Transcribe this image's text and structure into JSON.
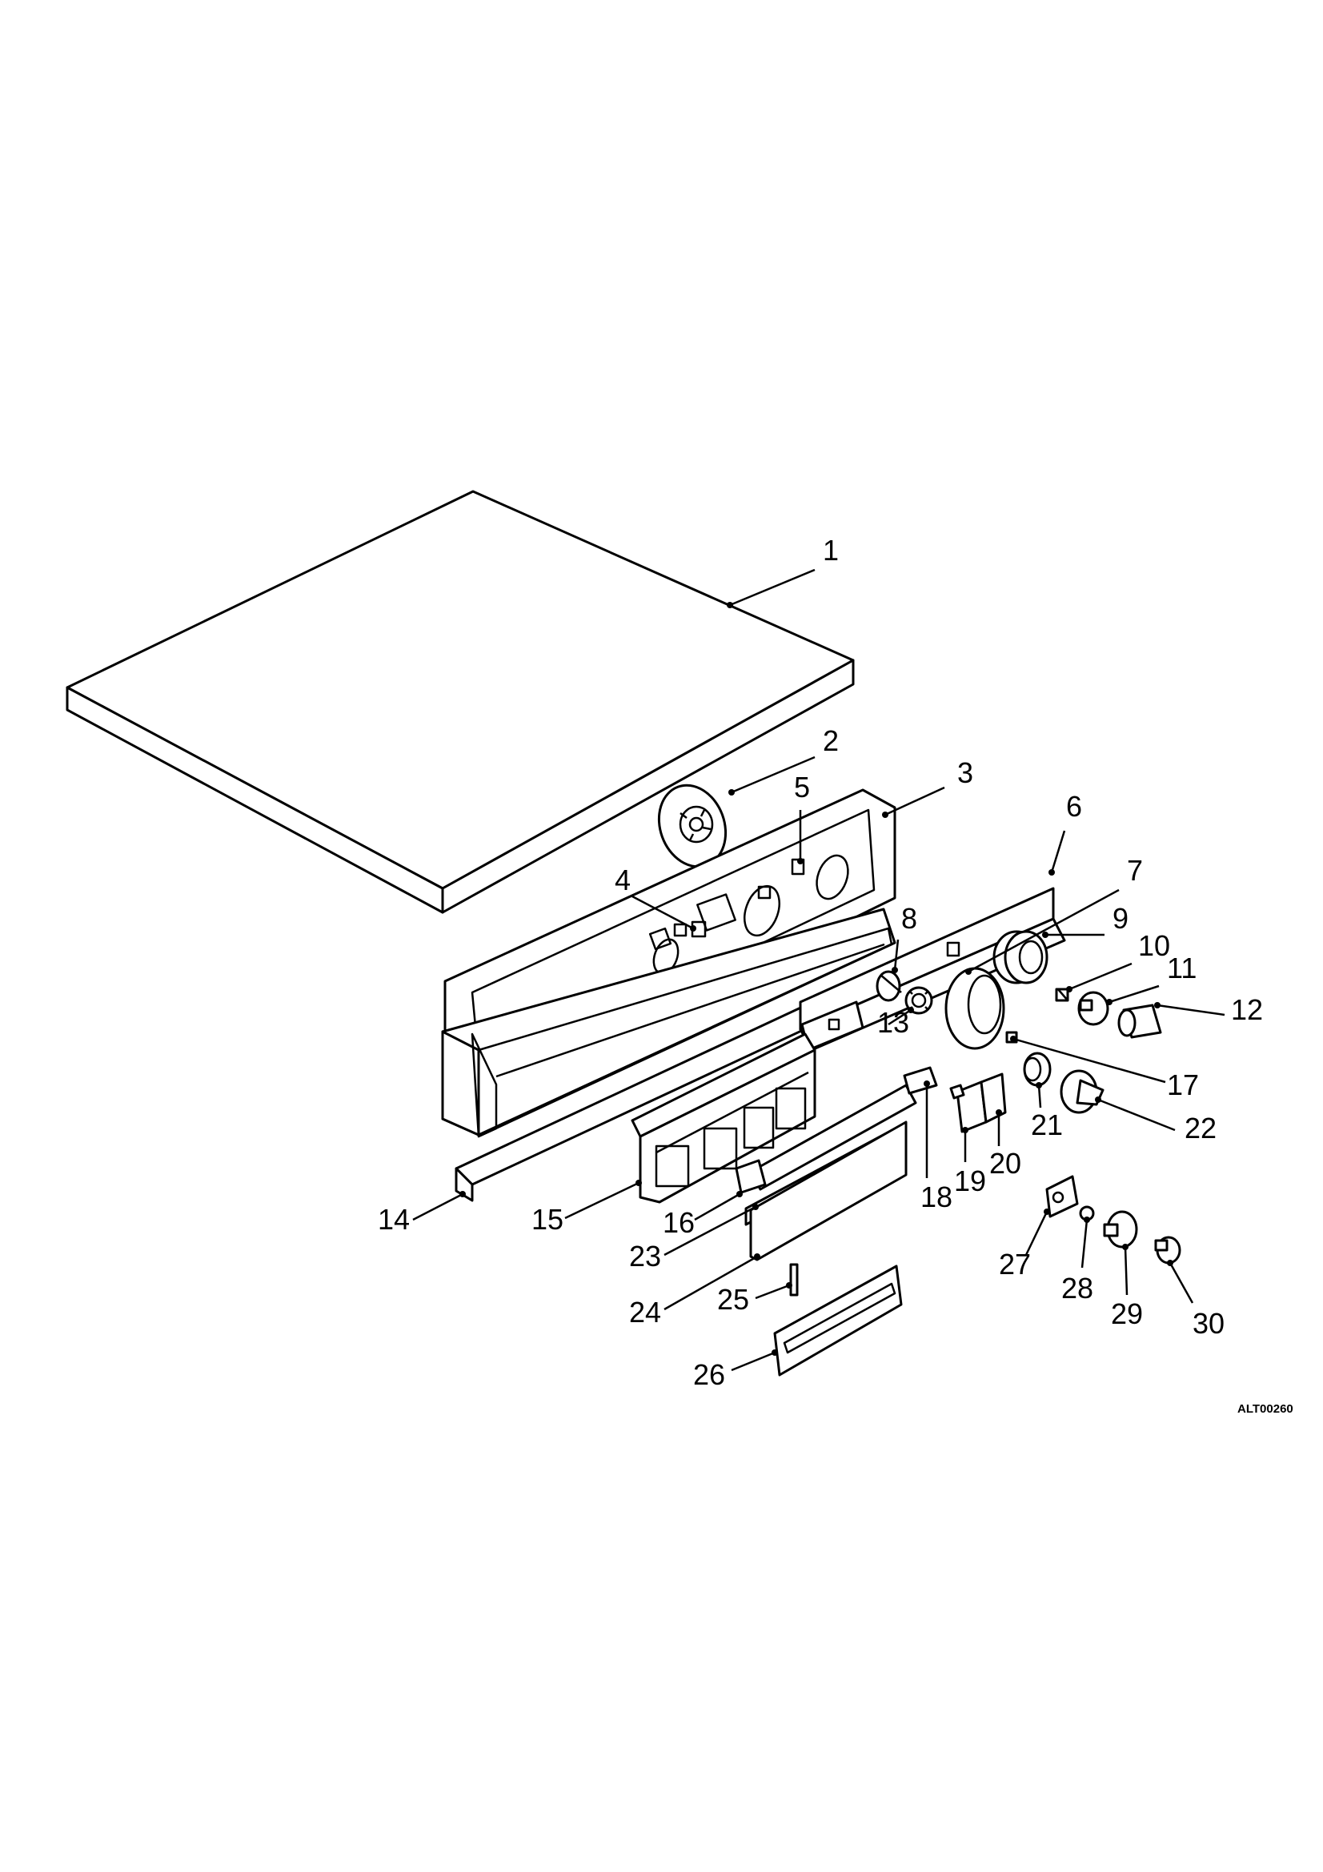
{
  "drawing_code": "ALT00260",
  "callouts": [
    {
      "label": "1"
    },
    {
      "label": "2"
    },
    {
      "label": "3"
    },
    {
      "label": "4"
    },
    {
      "label": "5"
    },
    {
      "label": "6"
    },
    {
      "label": "7"
    },
    {
      "label": "8"
    },
    {
      "label": "9"
    },
    {
      "label": "10"
    },
    {
      "label": "11"
    },
    {
      "label": "12"
    },
    {
      "label": "13"
    },
    {
      "label": "14"
    },
    {
      "label": "15"
    },
    {
      "label": "16"
    },
    {
      "label": "17"
    },
    {
      "label": "18"
    },
    {
      "label": "19"
    },
    {
      "label": "20"
    },
    {
      "label": "21"
    },
    {
      "label": "22"
    },
    {
      "label": "23"
    },
    {
      "label": "24"
    },
    {
      "label": "25"
    },
    {
      "label": "26"
    },
    {
      "label": "27"
    },
    {
      "label": "28"
    },
    {
      "label": "29"
    },
    {
      "label": "30"
    }
  ]
}
